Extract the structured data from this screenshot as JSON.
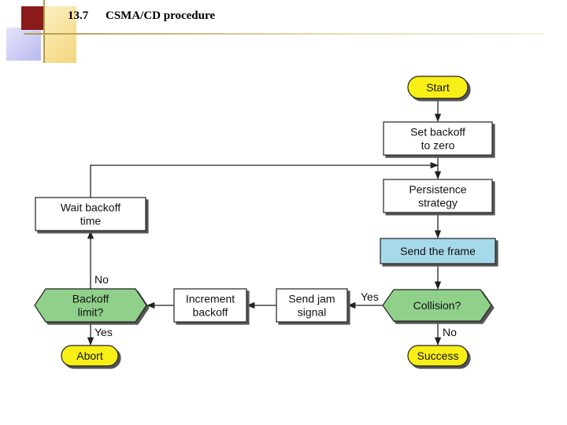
{
  "header": {
    "section_number": "13.7",
    "title": "CSMA/CD procedure"
  },
  "colors": {
    "terminal": "#f7ef16",
    "decision": "#8fd08a",
    "highlight": "#a6d9ea",
    "process": "#ffffff",
    "accent_dark": "#8b1a1a"
  },
  "flowchart": {
    "nodes": {
      "start": [
        "Start"
      ],
      "set_backoff": [
        "Set backoff",
        "to zero"
      ],
      "persistence": [
        "Persistence",
        "strategy"
      ],
      "send_frame": [
        "Send the frame"
      ],
      "collision": [
        "Collision?"
      ],
      "send_jam": [
        "Send jam",
        "signal"
      ],
      "increment": [
        "Increment",
        "backoff"
      ],
      "backoff_limit": [
        "Backoff",
        "limit?"
      ],
      "wait_backoff": [
        "Wait backoff",
        "time"
      ],
      "abort": [
        "Abort"
      ],
      "success": [
        "Success"
      ]
    },
    "edge_labels": {
      "collision_yes": "Yes",
      "collision_no": "No",
      "limit_no": "No",
      "limit_yes": "Yes"
    }
  }
}
